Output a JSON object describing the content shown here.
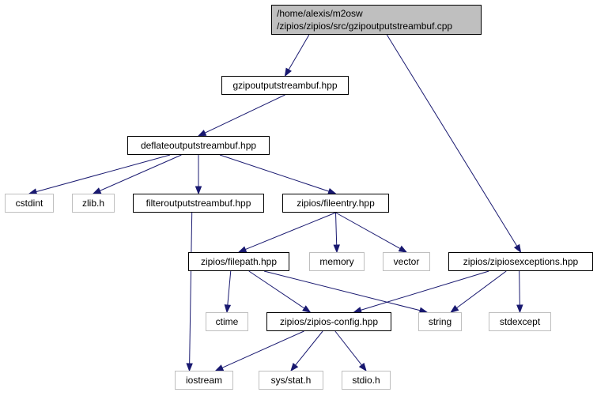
{
  "root": {
    "line1": "/home/alexis/m2osw",
    "line2": "/zipios/zipios/src/gzipoutputstreambuf.cpp"
  },
  "nodes": {
    "gzipoutputstreambuf": "gzipoutputstreambuf.hpp",
    "deflateoutputstreambuf": "deflateoutputstreambuf.hpp",
    "cstdint": "cstdint",
    "zlib": "zlib.h",
    "filteroutputstreambuf": "filteroutputstreambuf.hpp",
    "fileentry": "zipios/fileentry.hpp",
    "zipiosexceptions": "zipios/zipiosexceptions.hpp",
    "filepath": "zipios/filepath.hpp",
    "memory": "memory",
    "vector": "vector",
    "ctime": "ctime",
    "zipios_config": "zipios/zipios-config.hpp",
    "string": "string",
    "stdexcept": "stdexcept",
    "iostream": "iostream",
    "sys_stat": "sys/stat.h",
    "stdio": "stdio.h"
  },
  "edges": [
    [
      "root",
      "gzipoutputstreambuf"
    ],
    [
      "root",
      "zipiosexceptions"
    ],
    [
      "gzipoutputstreambuf",
      "deflateoutputstreambuf"
    ],
    [
      "deflateoutputstreambuf",
      "cstdint"
    ],
    [
      "deflateoutputstreambuf",
      "zlib"
    ],
    [
      "deflateoutputstreambuf",
      "filteroutputstreambuf"
    ],
    [
      "deflateoutputstreambuf",
      "fileentry"
    ],
    [
      "filteroutputstreambuf",
      "iostream"
    ],
    [
      "fileentry",
      "filepath"
    ],
    [
      "fileentry",
      "memory"
    ],
    [
      "fileentry",
      "vector"
    ],
    [
      "filepath",
      "ctime"
    ],
    [
      "filepath",
      "zipios_config"
    ],
    [
      "filepath",
      "string"
    ],
    [
      "zipiosexceptions",
      "zipios_config"
    ],
    [
      "zipiosexceptions",
      "string"
    ],
    [
      "zipiosexceptions",
      "stdexcept"
    ],
    [
      "zipios_config",
      "iostream"
    ],
    [
      "zipios_config",
      "sys_stat"
    ],
    [
      "zipios_config",
      "stdio"
    ]
  ]
}
